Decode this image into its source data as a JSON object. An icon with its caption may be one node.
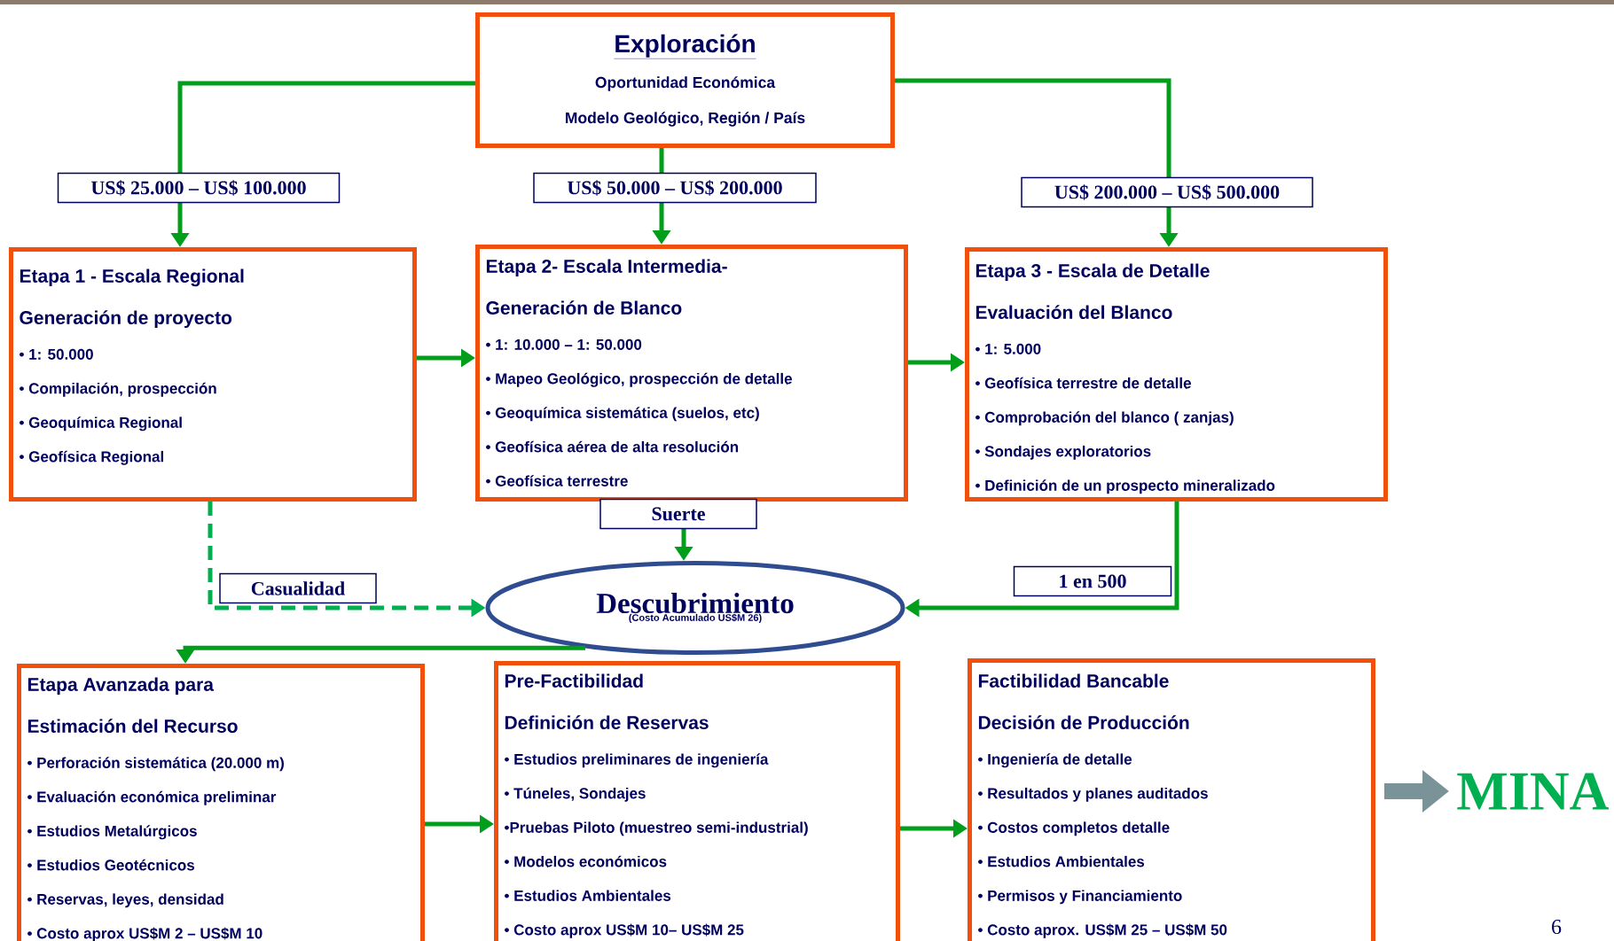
{
  "diagram": {
    "nodes": [
      {
        "text": [
          "Exploración",
          "Oportunidad Económica",
          "Modelo Geológico, Región / País"
        ]
      },
      {
        "text": [
          "Etapa 1 - Escala Regional",
          "Generación de proyecto",
          "• 1: 50.000",
          "• Compilación, prospección",
          "• Geoquímica Regional",
          "• Geofísica Regional"
        ]
      },
      {
        "text": [
          "Etapa 2- Escala Intermedia-",
          "Generación de Blanco",
          "• 1: 10.000 – 1: 50.000",
          "• Mapeo Geológico, prospección de detalle",
          "• Geoquímica sistemática (suelos, etc)",
          "• Geofísica aérea de alta resolución",
          "• Geofísica terrestre"
        ]
      },
      {
        "text": [
          "Etapa 3 - Escala de Detalle",
          "Evaluación del Blanco",
          "• 1: 5.000",
          "• Geofísica terrestre de detalle",
          "• Comprobación del blanco ( zanjas)",
          "• Sondajes exploratorios",
          "• Definición de un prospecto mineralizado"
        ]
      },
      {
        "text": [
          "Descubrimiento",
          "(Costo Acumulado US$M 26)"
        ]
      },
      {
        "text": [
          "Etapa Avanzada para",
          "Estimación del Recurso",
          "• Perforación sistemática (20.000 m)",
          "• Evaluación económica preliminar",
          "• Estudios Metalúrgicos",
          "• Estudios Geotécnicos",
          "• Reservas, leyes, densidad",
          "• Costo aprox US$M 2 – US$M 10"
        ]
      },
      {
        "text": [
          "Pre-Factibilidad",
          "Definición de Reservas",
          "• Estudios preliminares de ingeniería",
          "• Túneles, Sondajes",
          "•Pruebas Piloto (muestreo semi-industrial)",
          "• Modelos económicos",
          "• Estudios Ambientales",
          "• Costo aprox US$M 10– US$M 25"
        ]
      },
      {
        "text": [
          "Factibilidad Bancable",
          "Decisión de Producción",
          "• Ingeniería de detalle",
          "• Resultados y planes auditados",
          "• Costos completos detalle",
          "• Estudios Ambientales",
          "• Permisos y Financiamiento",
          "• Costo aprox. US$M 25 – US$M 50"
        ]
      },
      {
        "text": [
          "MINA"
        ]
      }
    ],
    "edges": [
      {
        "from": 0,
        "to": 1,
        "arrow": "to",
        "label": "US$ 25.000 – US$ 100.000"
      },
      {
        "from": 0,
        "to": 2,
        "arrow": "to",
        "label": "US$ 50.000 – US$ 200.000"
      },
      {
        "from": 0,
        "to": 3,
        "arrow": "to",
        "label": "US$ 200.000 – US$ 500.000"
      },
      {
        "from": 1,
        "to": 2,
        "arrow": "to"
      },
      {
        "from": 2,
        "to": 3,
        "arrow": "to"
      },
      {
        "from": 1,
        "to": 4,
        "arrow": "to",
        "label": "Casualidad",
        "style": "dashed",
        "color": "#00b050"
      },
      {
        "from": 2,
        "to": 4,
        "arrow": "to",
        "label": "Suerte"
      },
      {
        "from": 3,
        "to": 4,
        "arrow": "to",
        "label": "1 en 500"
      },
      {
        "from": 4,
        "to": 5,
        "arrow": "to"
      },
      {
        "from": 5,
        "to": 6,
        "arrow": "to"
      },
      {
        "from": 6,
        "to": 7,
        "arrow": "to"
      },
      {
        "from": 7,
        "to": 8,
        "arrow": "to",
        "style": "thick",
        "color": "#7a9398"
      }
    ],
    "labels": [
      "6"
    ]
  }
}
